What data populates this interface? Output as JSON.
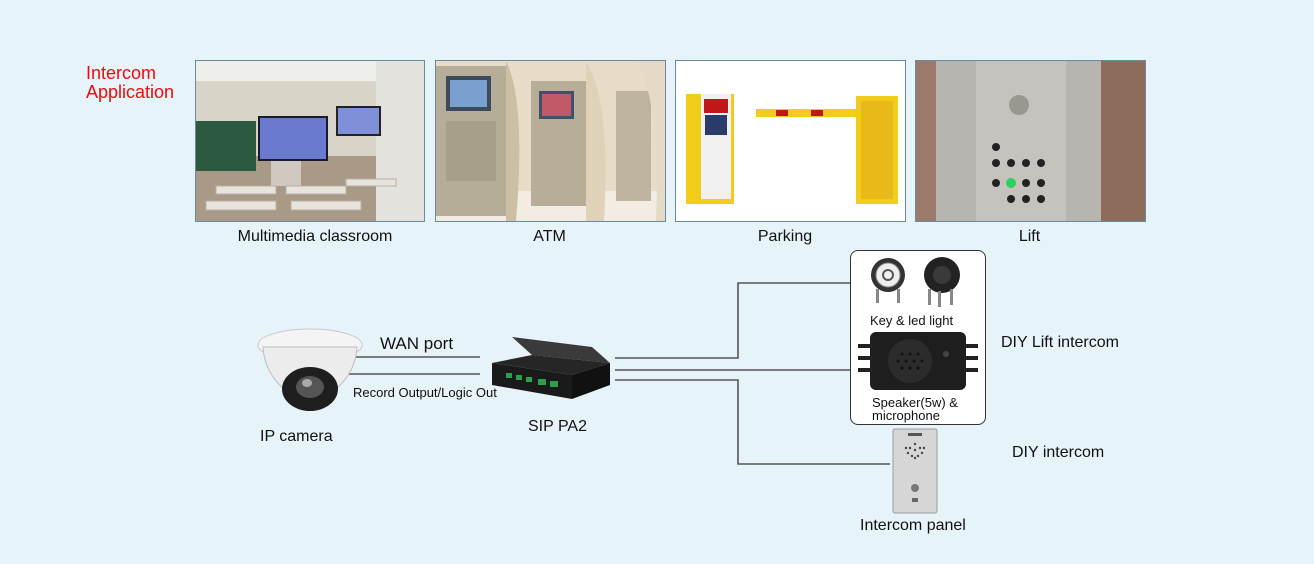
{
  "header": {
    "title_line1": "Intercom",
    "title_line2": "Application"
  },
  "applications": [
    {
      "label": "Multimedia classroom",
      "icon": "classroom-photo"
    },
    {
      "label": "ATM",
      "icon": "atm-photo"
    },
    {
      "label": "Parking",
      "icon": "parking-photo"
    },
    {
      "label": "Lift",
      "icon": "lift-photo"
    }
  ],
  "diagram": {
    "camera_label": "IP camera",
    "wan_label": "WAN port",
    "record_label": "Record Output/Logic Out",
    "device_label": "SIP PA2",
    "key_label": "Key & led light",
    "speaker_label_line1": "Speaker(5w) &",
    "speaker_label_line2": "microphone",
    "diy_lift_label": "DIY Lift intercom",
    "diy_intercom_label": "DIY  intercom",
    "panel_label": "Intercom panel"
  },
  "colors": {
    "background": "#e6f3f9",
    "title": "#ee0a0a",
    "line": "#555555"
  }
}
